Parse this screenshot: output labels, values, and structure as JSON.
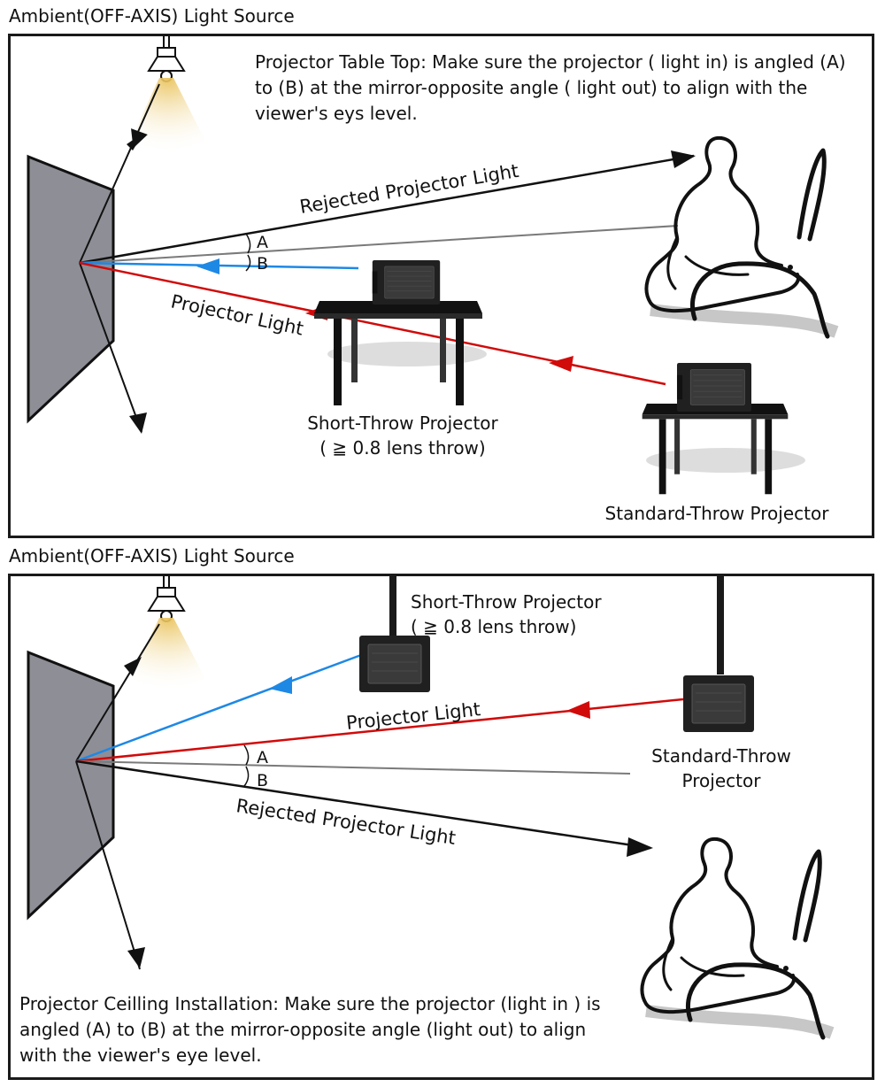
{
  "top": {
    "section_label": "Ambient(OFF-AXIS) Light Source",
    "instruction": "Projector Table Top: Make sure the projector ( light in) is angled (A) to (B) at the mirror-opposite angle ( light out) to align with the viewer's eys level.",
    "rejected_label": "Rejected Projector Light",
    "projector_label": "Projector Light",
    "angle_a": "A",
    "angle_b": "B",
    "short_throw": {
      "line1": "Short-Throw Projector",
      "line2": "( ≧ 0.8 lens throw)"
    },
    "standard_throw": {
      "line1": "Standard-Throw Projector"
    }
  },
  "bottom": {
    "section_label": "Ambient(OFF-AXIS) Light Source",
    "instruction": "Projector Ceilling Installation: Make sure the projector (light in ) is angled (A) to (B) at the mirror-opposite angle (light out) to align with the viewer's eye level.",
    "rejected_label": "Rejected Projector Light",
    "projector_label": "Projector Light",
    "angle_a": "A",
    "angle_b": "B",
    "short_throw": {
      "line1": "Short-Throw Projector",
      "line2": "( ≧ 0.8 lens throw)"
    },
    "standard_throw": {
      "line1": "Standard-Throw",
      "line2": "Projector"
    }
  },
  "colors": {
    "projector_light": "#d10a0a",
    "short_throw_light": "#1e88e5",
    "rejected_light": "#111111",
    "viewer_axis": "#7a7a7a",
    "screen": "#8e8e96"
  },
  "icons": [
    "lamp-icon",
    "projector-icon",
    "table-icon",
    "viewer-icon",
    "screen-icon"
  ]
}
